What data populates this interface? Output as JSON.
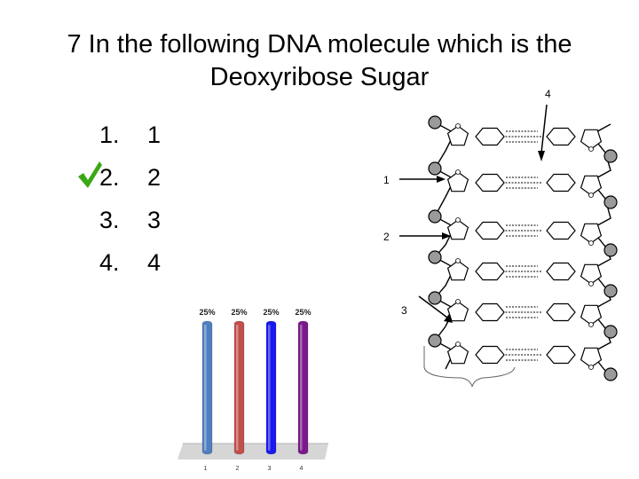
{
  "slide": {
    "title_line1": "7 In the following DNA molecule which is the",
    "title_line2": "Deoxyribose Sugar"
  },
  "options": [
    {
      "number": "1.",
      "answer": "1",
      "correct": false
    },
    {
      "number": "2.",
      "answer": "2",
      "correct": true
    },
    {
      "number": "3.",
      "answer": "3",
      "correct": false
    },
    {
      "number": "4.",
      "answer": "4",
      "correct": false
    }
  ],
  "icons": {
    "correct_marker": "checkmark-icon"
  },
  "colors": {
    "check": "#3aa814"
  },
  "diagram_labels": {
    "label_1": "1",
    "label_2": "2",
    "label_3": "3",
    "label_4": "4"
  },
  "chart_data": {
    "type": "bar",
    "categories": [
      "1",
      "2",
      "3",
      "4"
    ],
    "values": [
      25,
      25,
      25,
      25
    ],
    "data_labels": [
      "25%",
      "25%",
      "25%",
      "25%"
    ],
    "tick_labels": [
      "1",
      "2",
      "3",
      "4"
    ],
    "colors": [
      "#4f7fbf",
      "#c0504d",
      "#1a1aee",
      "#7a1a8a"
    ],
    "ylim": [
      0,
      25
    ],
    "title": "",
    "xlabel": "",
    "ylabel": ""
  }
}
